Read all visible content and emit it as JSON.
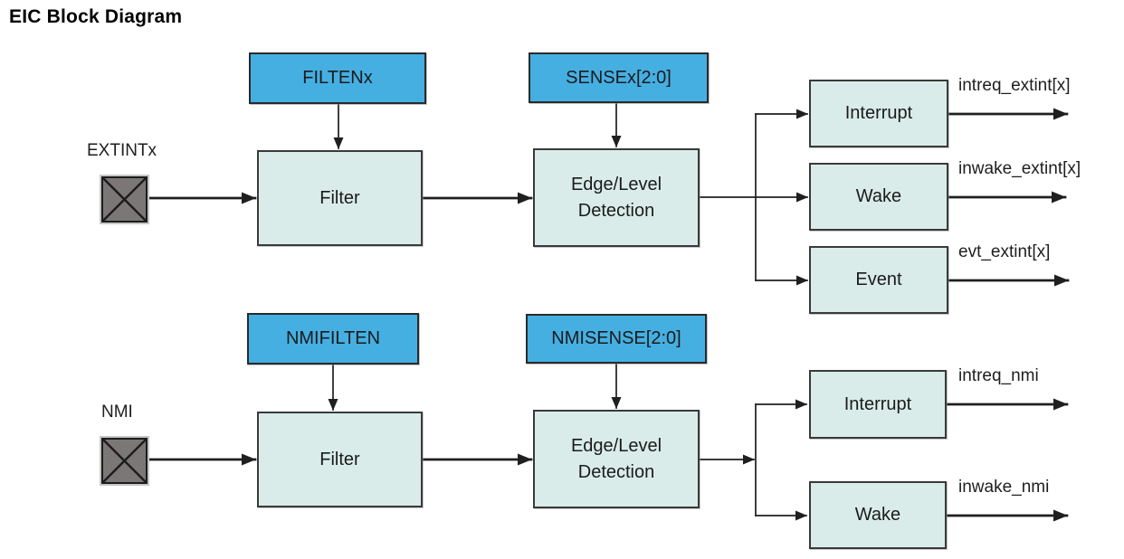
{
  "title": "EIC Block Diagram",
  "colors": {
    "register_block_fill": "#45afe2",
    "function_block_fill": "#d9ece9",
    "pin_fill": "#7b7777",
    "line": "#1f1f1f"
  },
  "channels": [
    {
      "input_label": "EXTINTx",
      "filter_register": "FILTENx",
      "filter_block": "Filter",
      "sense_register": "SENSEx[2:0]",
      "detector_block": "Edge/Level Detection",
      "outputs": [
        {
          "block": "Interrupt",
          "signal": "intreq_extint[x]"
        },
        {
          "block": "Wake",
          "signal": "inwake_extint[x]"
        },
        {
          "block": "Event",
          "signal": "evt_extint[x]"
        }
      ]
    },
    {
      "input_label": "NMI",
      "filter_register": "NMIFILTEN",
      "filter_block": "Filter",
      "sense_register": "NMISENSE[2:0]",
      "detector_block": "Edge/Level Detection",
      "outputs": [
        {
          "block": "Interrupt",
          "signal": "intreq_nmi"
        },
        {
          "block": "Wake",
          "signal": "inwake_nmi"
        }
      ]
    }
  ]
}
